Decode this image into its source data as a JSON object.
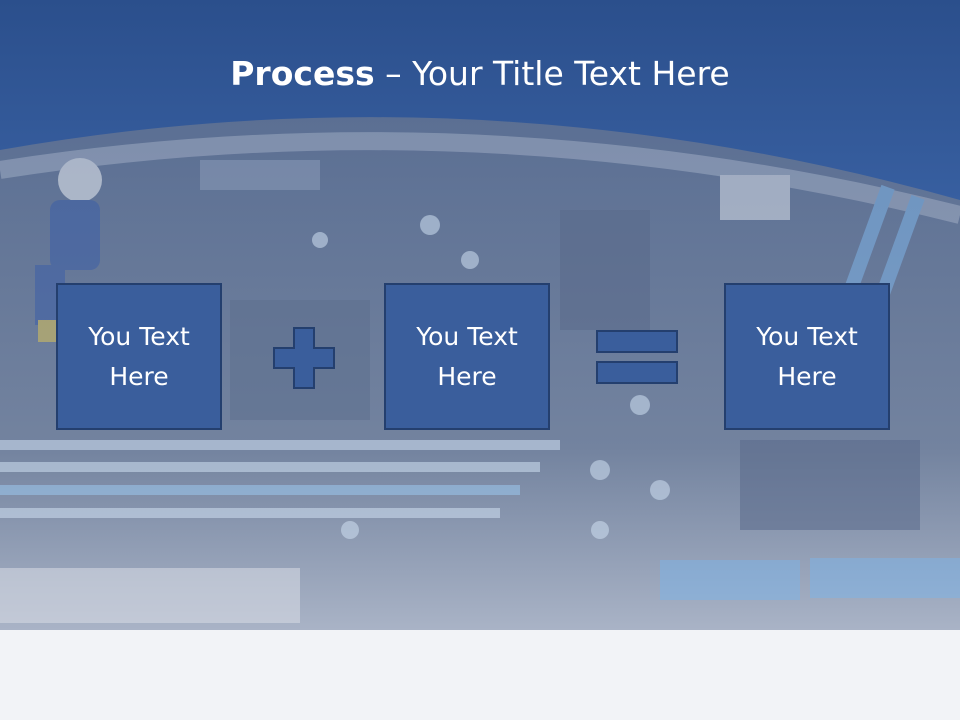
{
  "title": {
    "bold": "Process",
    "rest": " – Your Title Text Here"
  },
  "boxes": [
    {
      "label": "You Text\nHere"
    },
    {
      "label": "You Text\nHere"
    },
    {
      "label": "You Text\nHere"
    }
  ],
  "colors": {
    "header": "#3a62a4",
    "box_fill": "#3a5e9c",
    "box_border": "#243f6e",
    "background": "#f2f3f7"
  },
  "icons": {
    "operator1": "plus-icon",
    "operator2": "equals-icon"
  }
}
